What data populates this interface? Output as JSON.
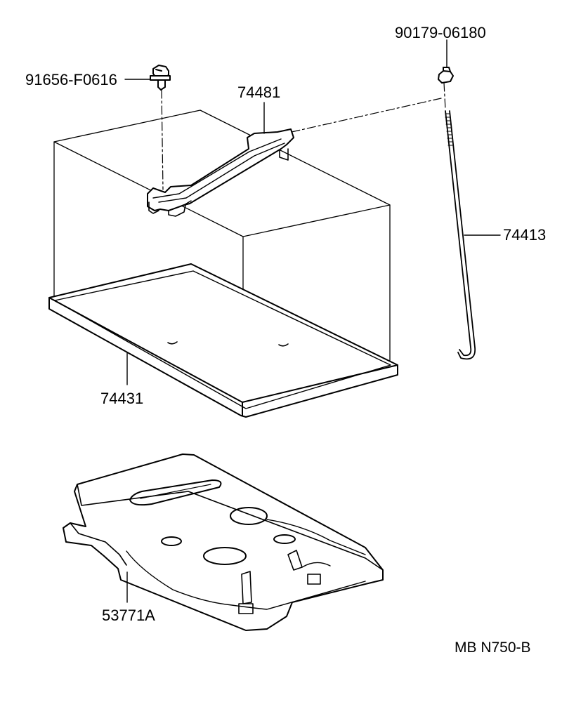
{
  "parts": {
    "bolt": "91656-F0616",
    "nut": "90179-06180",
    "clamp": "74481",
    "rod": "74413",
    "tray": "74431",
    "carrier": "53771A"
  },
  "diagram_code": "MB  N750-B"
}
